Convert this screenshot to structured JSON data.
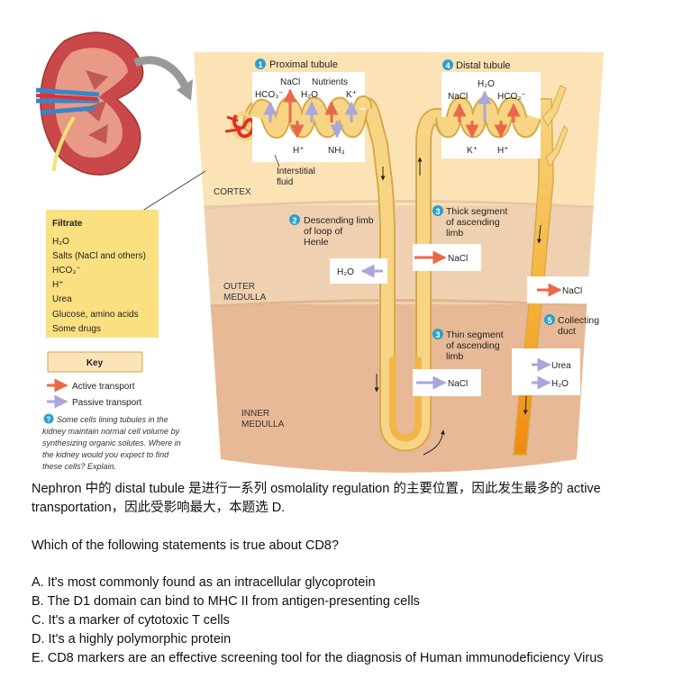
{
  "diagram": {
    "proximal": {
      "number": "1",
      "label": "Proximal tubule"
    },
    "distal": {
      "number": "4",
      "label": "Distal tubule"
    },
    "descending": {
      "number": "2",
      "line1": "Descending limb",
      "line2": "of loop of",
      "line3": "Henle"
    },
    "thick": {
      "number": "3",
      "line1": "Thick segment",
      "line2": "of ascending",
      "line3": "limb"
    },
    "thin": {
      "number": "3",
      "line1": "Thin segment",
      "line2": "of ascending",
      "line3": "limb"
    },
    "collecting": {
      "number": "5",
      "line1": "Collecting",
      "line2": "duct"
    },
    "zones": {
      "cortex": "CORTEX",
      "outer1": "OUTER",
      "outer2": "MEDULLA",
      "inner1": "INNER",
      "inner2": "MEDULLA"
    },
    "interstitial": {
      "line1": "Interstitial",
      "line2": "fluid"
    },
    "proximal_box": {
      "nacl": "NaCl",
      "nutrients": "Nutrients",
      "hco3": "HCO₃⁻",
      "h2o": "H₂O",
      "k": "K⁺",
      "h": "H⁺",
      "nh3": "NH₃"
    },
    "distal_box": {
      "h2o": "H₂O",
      "nacl": "NaCl",
      "hco3": "HCO₃⁻",
      "k": "K⁺",
      "h": "H⁺"
    },
    "desc_box": {
      "h2o": "H₂O"
    },
    "thick_box": {
      "nacl": "NaCl"
    },
    "cd_box_outer": {
      "nacl": "NaCl"
    },
    "thin_box": {
      "nacl": "NaCl"
    },
    "cd_box_inner": {
      "urea": "Urea",
      "h2o": "H₂O"
    },
    "filtrate": {
      "title": "Filtrate",
      "items": [
        "H₂O",
        "Salts (NaCl and others)",
        "HCO₃⁻",
        "H⁺",
        "Urea",
        "Glucose, amino acids",
        "Some drugs"
      ]
    },
    "key": {
      "title": "Key",
      "active": "Active transport",
      "passive": "Passive transport"
    },
    "question_note": {
      "number": "?",
      "lines": [
        "Some cells lining tubules in the",
        "kidney maintain normal cell volume by",
        "synthesizing organic solutes. Where in",
        "the kidney would you expect to find",
        "these cells? Explain."
      ]
    },
    "colors": {
      "active": "#e8694a",
      "passive": "#a9a6dc",
      "tubule": "#f7d584",
      "number": "#2aa0cf",
      "filtrate_bg": "#fbe081"
    }
  },
  "explanation": {
    "line1": "Nephron 中的 distal tubule 是进行一系列 osmolality regulation 的主要位置，因此发生最多的 active",
    "line2": "transportation，因此受影响最大，本题选 D."
  },
  "question": "Which of the following statements is true about CD8?",
  "options": [
    "A. It's most commonly found as an intracellular glycoprotein",
    "B. The D1 domain can bind to MHC II from antigen-presenting cells",
    "C. It's a marker of cytotoxic T cells",
    "D. It's a highly polymorphic protein",
    "E. CD8 markers are an effective screening tool for the diagnosis of Human immunodeficiency Virus"
  ]
}
